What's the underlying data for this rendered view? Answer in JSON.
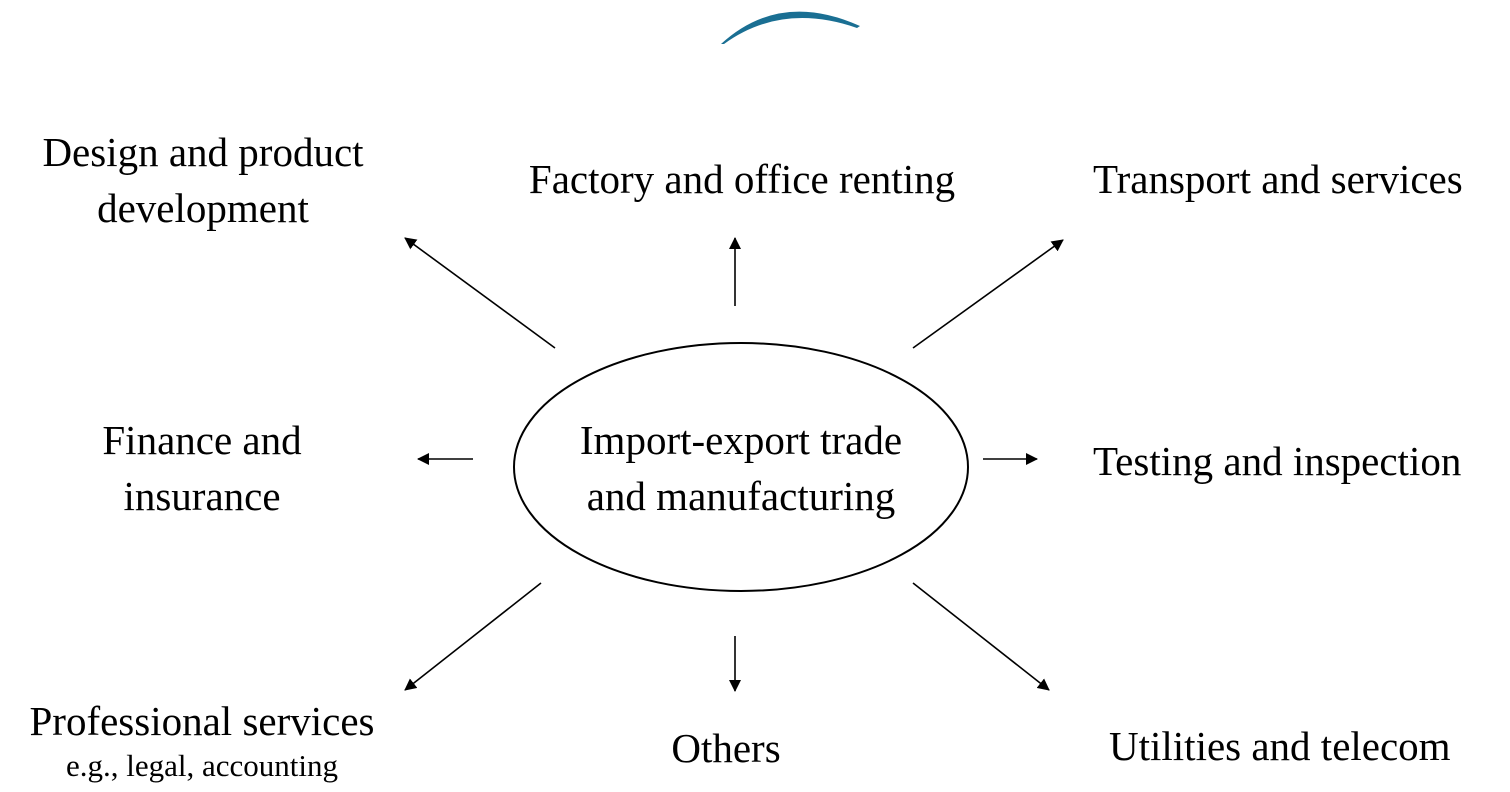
{
  "accent_color": "#1a6f93",
  "center": {
    "line1": "Import-export trade",
    "line2": "and manufacturing"
  },
  "nodes": {
    "design": {
      "line1": "Design and product",
      "line2": "development"
    },
    "factory": {
      "line1": "Factory and office renting"
    },
    "transport": {
      "line1": "Transport and services"
    },
    "finance": {
      "line1": "Finance and",
      "line2": "insurance"
    },
    "testing": {
      "line1": "Testing and inspection"
    },
    "professional": {
      "line1": "Professional services",
      "line2": "e.g., legal, accounting"
    },
    "others": {
      "line1": "Others"
    },
    "utilities": {
      "line1": "Utilities and telecom"
    }
  }
}
